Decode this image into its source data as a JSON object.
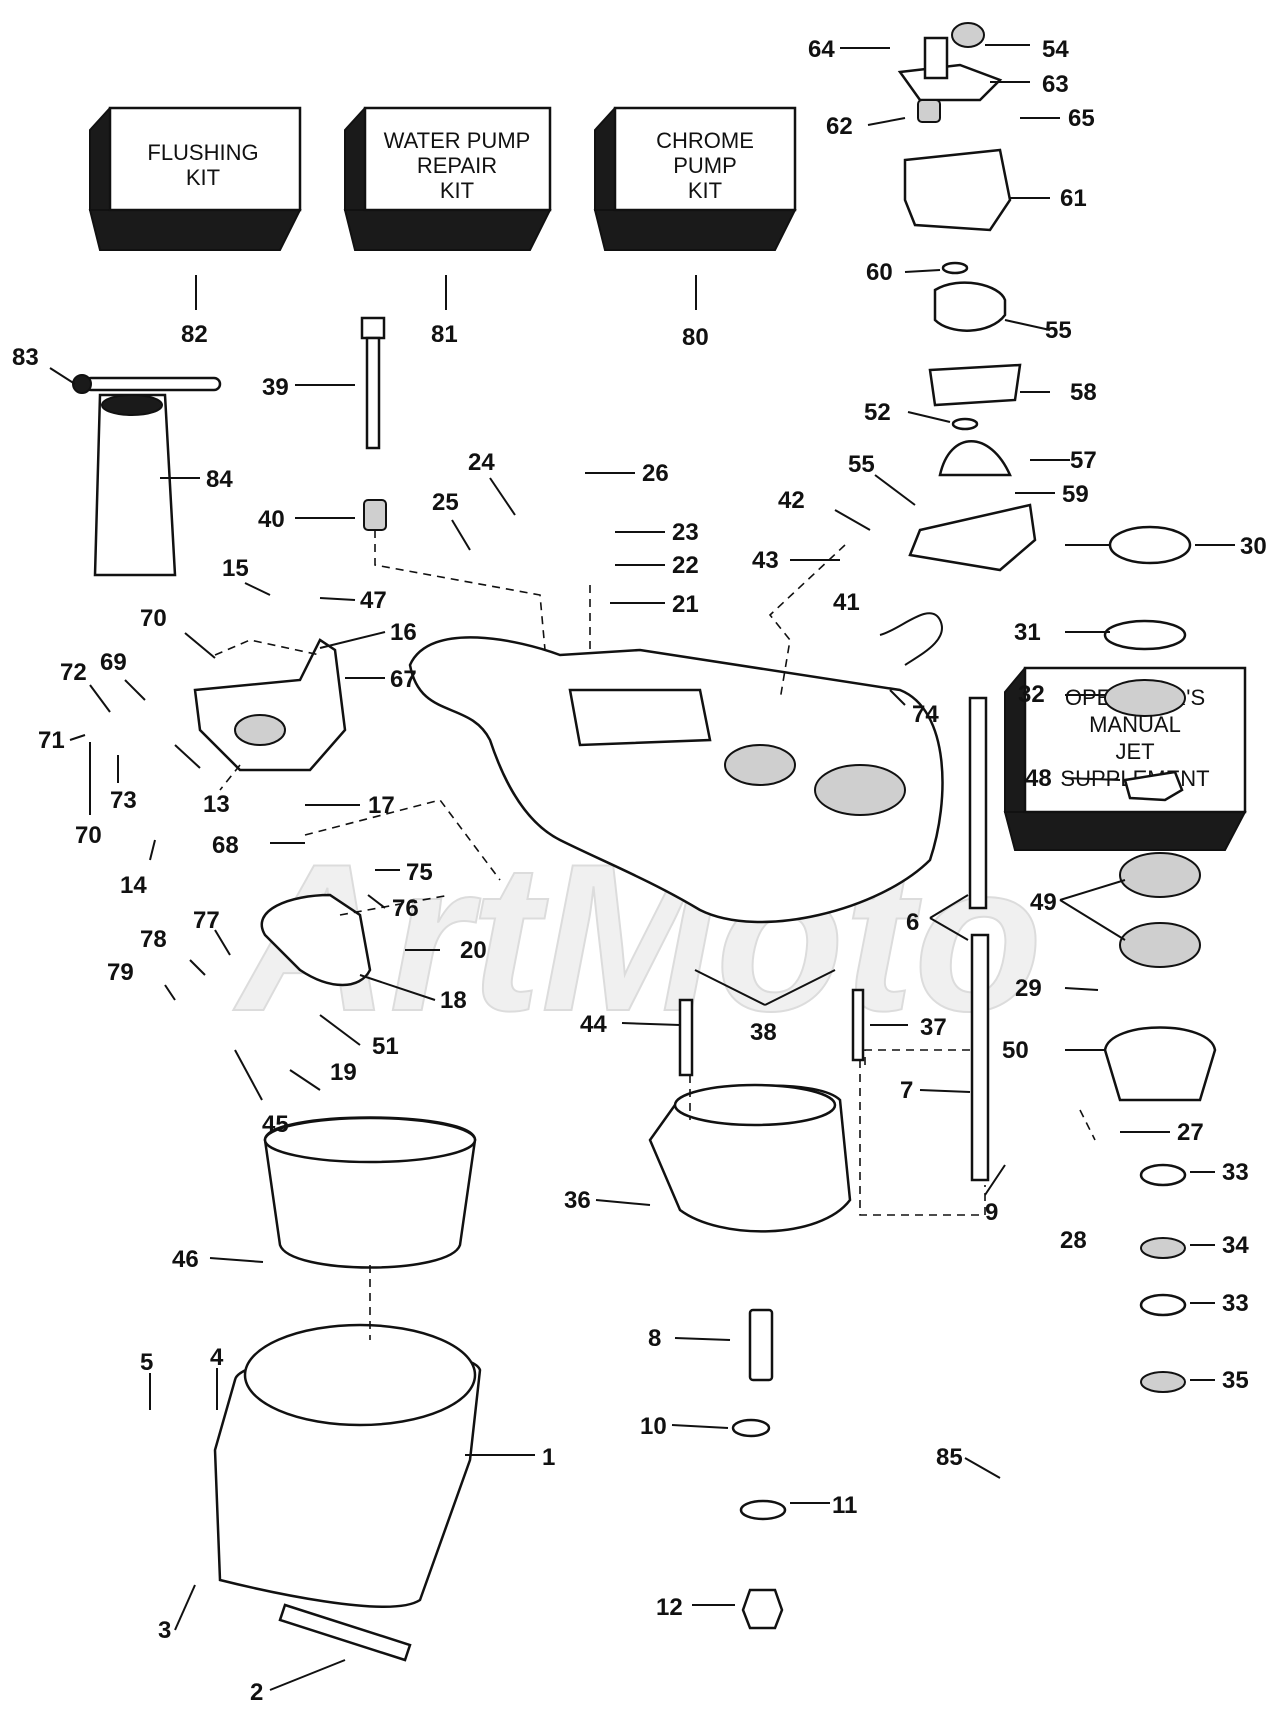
{
  "kits": [
    {
      "lines": [
        "FLUSHING",
        "KIT"
      ]
    },
    {
      "lines": [
        "WATER PUMP",
        "REPAIR",
        "KIT"
      ]
    },
    {
      "lines": [
        "CHROME",
        "PUMP",
        "KIT"
      ]
    },
    {
      "lines": [
        "OPERATOR'S",
        "MANUAL",
        "JET",
        "SUPPLEMENT"
      ]
    }
  ],
  "watermark": "ArtMoto",
  "callouts": [
    "64",
    "54",
    "63",
    "65",
    "62",
    "61",
    "60",
    "55",
    "58",
    "52",
    "57",
    "59",
    "55",
    "42",
    "43",
    "41",
    "30",
    "31",
    "32",
    "48",
    "74",
    "49",
    "6",
    "29",
    "50",
    "7",
    "27",
    "9",
    "33",
    "28",
    "34",
    "33",
    "35",
    "82",
    "81",
    "80",
    "83",
    "84",
    "39",
    "40",
    "24",
    "26",
    "25",
    "23",
    "22",
    "21",
    "15",
    "47",
    "16",
    "70",
    "67",
    "72",
    "69",
    "71",
    "73",
    "13",
    "17",
    "70",
    "68",
    "14",
    "75",
    "76",
    "77",
    "78",
    "79",
    "20",
    "18",
    "51",
    "19",
    "45",
    "44",
    "38",
    "37",
    "36",
    "46",
    "5",
    "4",
    "1",
    "3",
    "2",
    "8",
    "10",
    "11",
    "12",
    "85"
  ]
}
